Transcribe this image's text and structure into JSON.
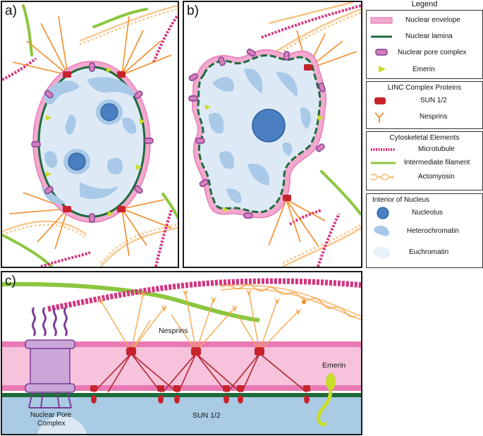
{
  "panel_labels": {
    "a": "a)",
    "b": "b)",
    "c": "c)"
  },
  "legend": {
    "title": "Legend",
    "items": [
      {
        "label": "Nuclear envelope",
        "icon": "nuclear-envelope-icon"
      },
      {
        "label": "Nuclear lamina",
        "icon": "nuclear-lamina-icon"
      },
      {
        "label": "Nuclear pore complex",
        "icon": "nuclear-pore-icon"
      },
      {
        "label": "Emerin",
        "icon": "emerin-icon"
      }
    ],
    "linc": {
      "title": "LINC Complex Proteins",
      "items": [
        {
          "label": "SUN 1/2",
          "icon": "sun-icon"
        },
        {
          "label": "Nesprins",
          "icon": "nesprin-icon"
        }
      ]
    },
    "cytoskeleton": {
      "title": "Cytoskeletal Elements",
      "items": [
        {
          "label": "Microtubule",
          "icon": "microtubule-icon"
        },
        {
          "label": "Intermediate filament",
          "icon": "intermediate-filament-icon"
        },
        {
          "label": "Actomyosin",
          "icon": "actomyosin-icon"
        }
      ]
    },
    "interior": {
      "title": "Interior of Nucleus",
      "items": [
        {
          "label": "Nucleolus",
          "icon": "nucleolus-icon"
        },
        {
          "label": "Heterochromatin",
          "icon": "heterochromatin-icon"
        },
        {
          "label": "Euchromatin",
          "icon": "euchromatin-icon"
        }
      ]
    }
  },
  "panel_c": {
    "nesprins_label": "Nesprins",
    "emerin_label": "Emerin",
    "npc_label_line1": "Nuclear Pore",
    "npc_label_line2": "Complex",
    "sun_label": "SUN 1/2"
  },
  "colors": {
    "envelope": "#f2a9cf",
    "envelope_dark": "#e879b4",
    "lamina": "#1e6b3a",
    "nucleus_fill": "#ddeaf6",
    "heterochromatin": "#a9c9e8",
    "nucleolus": "#4a7fc1",
    "microtubule": "#d4347f",
    "intermediate": "#8cc63f",
    "actomyosin": "#f7b96a",
    "sun": "#c8232c",
    "nesprin": "#f28c28",
    "emerin": "#c9dc2b",
    "npc": "#c9a7d9",
    "npc_dark": "#7d3c98"
  }
}
